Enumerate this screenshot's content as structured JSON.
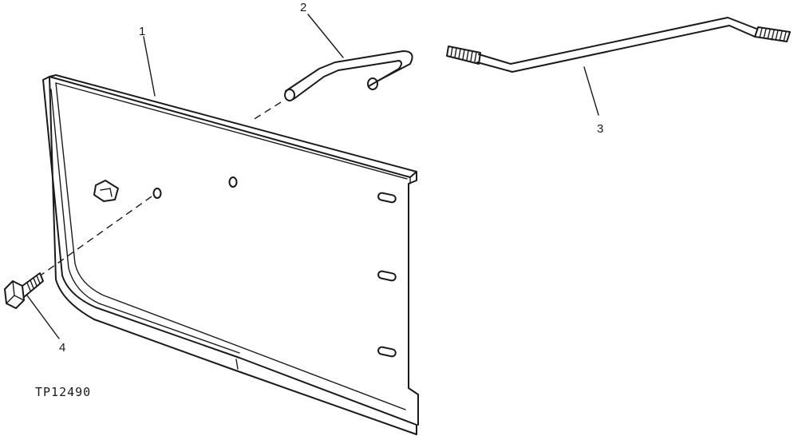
{
  "callouts": [
    {
      "id": "1",
      "label": "1"
    },
    {
      "id": "2",
      "label": "2"
    },
    {
      "id": "3",
      "label": "3"
    },
    {
      "id": "4",
      "label": "4"
    }
  ],
  "reference_code": "TP12490"
}
